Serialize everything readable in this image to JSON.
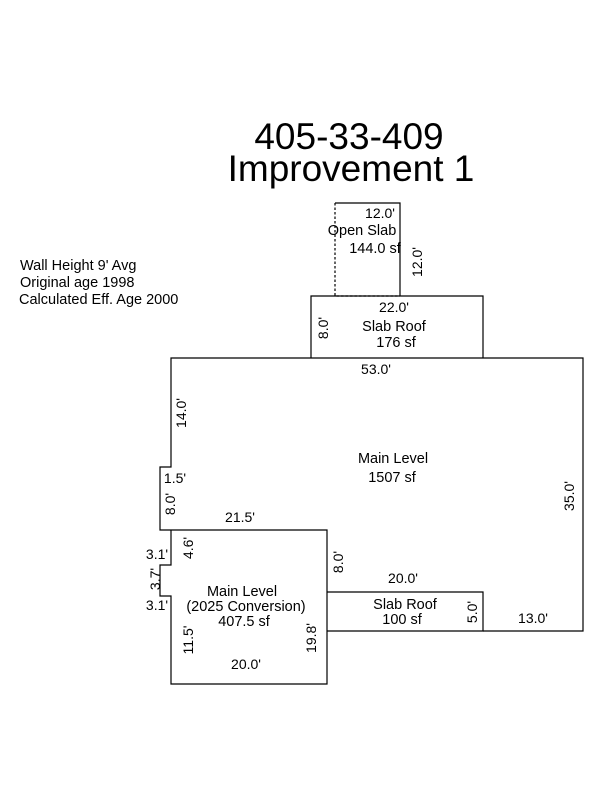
{
  "header": {
    "parcel_id": "405-33-409",
    "improvement": "Improvement 1"
  },
  "notes": [
    "Wall Height 9' Avg",
    "Original age 1998",
    "Calculated Eff. Age 2000"
  ],
  "areas": {
    "open_slab": {
      "name": "Open Slab",
      "area": "144.0 sf"
    },
    "slab_roof_top": {
      "name": "Slab Roof",
      "area": "176 sf"
    },
    "main_level": {
      "name": "Main Level",
      "area": "1507 sf"
    },
    "main_level_conversion": {
      "name": "Main Level",
      "subname": "(2025 Conversion)",
      "area": "407.5 sf"
    },
    "slab_roof_bottom": {
      "name": "Slab Roof",
      "area": "100 sf"
    }
  },
  "dimensions": {
    "open_slab_top": "12.0'",
    "open_slab_right": "12.0'",
    "slab_roof_top_width": "22.0'",
    "slab_roof_top_left": "8.0'",
    "main_top": "53.0'",
    "main_left_upper": "14.0'",
    "main_step": "1.5'",
    "main_left_lower": "8.0'",
    "main_right": "35.0'",
    "conv_top": "21.5'",
    "conv_left_upper": "4.6'",
    "conv_step_top": "3.1'",
    "conv_notch": "3.7'",
    "conv_step_bottom": "3.1'",
    "conv_left_lower": "11.5'",
    "conv_bottom": "20.0'",
    "conv_right": "19.8'",
    "conv_right_upper": "8.0'",
    "slab_roof_bottom_width": "20.0'",
    "slab_roof_bottom_right": "5.0'",
    "main_bottom_right": "13.0'"
  }
}
